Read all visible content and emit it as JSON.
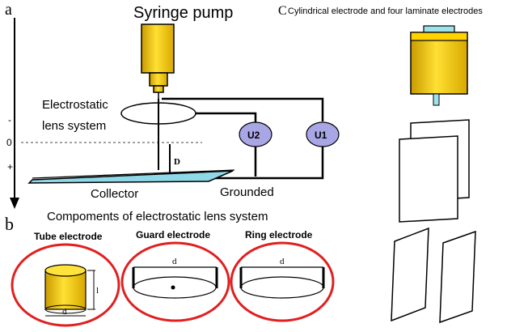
{
  "panel_a": {
    "label": "a",
    "title": "Syringe pump",
    "lens_label_line1": "Electrostatic",
    "lens_label_line2": "lens system",
    "axis_minus": "-",
    "axis_zero": "0",
    "axis_plus": "+",
    "distance_label": "D",
    "voltage_2": "U2",
    "voltage_1": "U1",
    "collector_label": "Collector",
    "ground_label": "Grounded"
  },
  "panel_b": {
    "label": "b",
    "title": "Compoments of electrostatic lens system",
    "tube_label": "Tube electrode",
    "guard_label": "Guard electrode",
    "ring_label": "Ring electrode",
    "tube_length": "l",
    "tube_diameter": "d",
    "guard_diameter": "d",
    "ring_diameter": "d"
  },
  "panel_c": {
    "label": "C",
    "title": "Cylindrical electrode and four laminate electrodes"
  },
  "colors": {
    "yellow": "#f5c800",
    "yellow_dark": "#c99a00",
    "voltage_fill": "#a9a6e6",
    "collector_fill": "#8fd8e8",
    "ring_red": "#e02020",
    "cap_blue": "#9fe3ea"
  }
}
